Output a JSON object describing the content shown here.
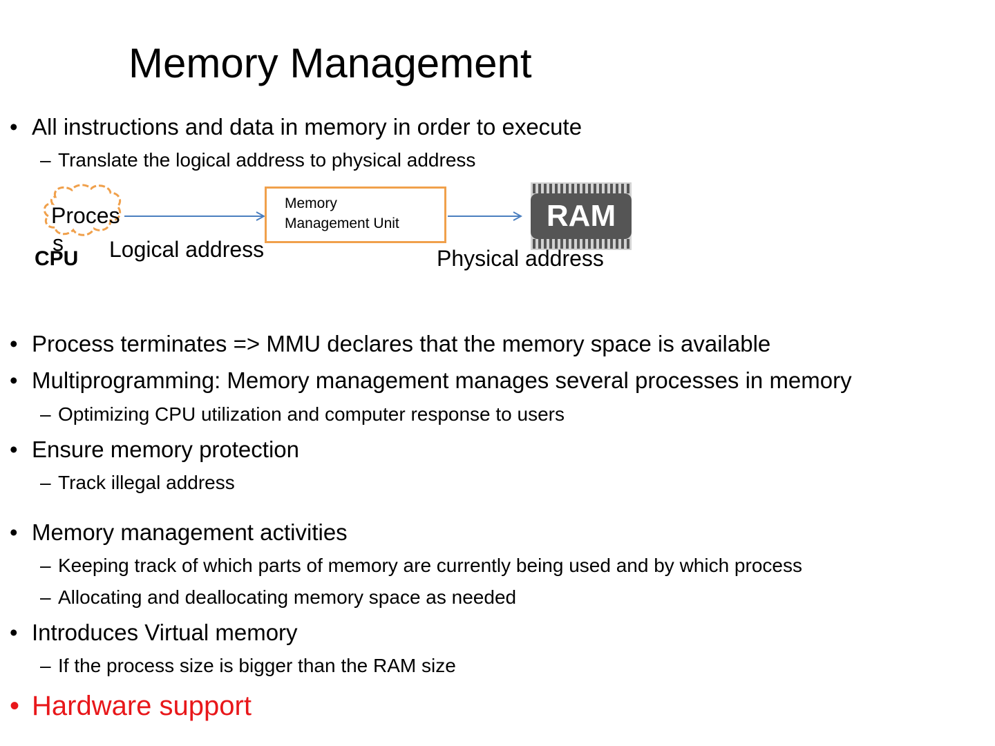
{
  "slide": {
    "title": "Memory Management",
    "bullets": {
      "b1": "All instructions and data in memory in order to execute",
      "b1_sub": "Translate the logical address to physical address",
      "b2": "Process terminates => MMU declares that the memory space is available",
      "b3": "Multiprogramming: Memory management manages several processes in memory",
      "b3_sub": "Optimizing CPU utilization and computer response to users",
      "b4": "Ensure memory protection",
      "b4_sub": "Track illegal address",
      "b5": "Memory management activities",
      "b5_sub1": "Keeping track of which parts of memory are currently being used and by which process",
      "b5_sub2": "Allocating and deallocating memory space as needed",
      "b6": "Introduces Virtual memory",
      "b6_sub": "If the process size is bigger than the RAM size",
      "b7": "Hardware support"
    },
    "bullet_glyph": "•",
    "dash_glyph": "–",
    "accent_color": "#e8171a"
  },
  "diagram": {
    "process_label": "Proces",
    "process_label_wrap": "s",
    "cpu_label": "CPU",
    "logical_label": "Logical address",
    "mmu_line1": "Memory",
    "mmu_line2": "Management Unit",
    "ram_label": "RAM",
    "physical_label": "Physical address",
    "cloud_color": "#f0a04b",
    "arrow_color": "#4a7ebf",
    "mmu_border_color": "#f0a04b",
    "ram_chip_color": "#555555"
  }
}
